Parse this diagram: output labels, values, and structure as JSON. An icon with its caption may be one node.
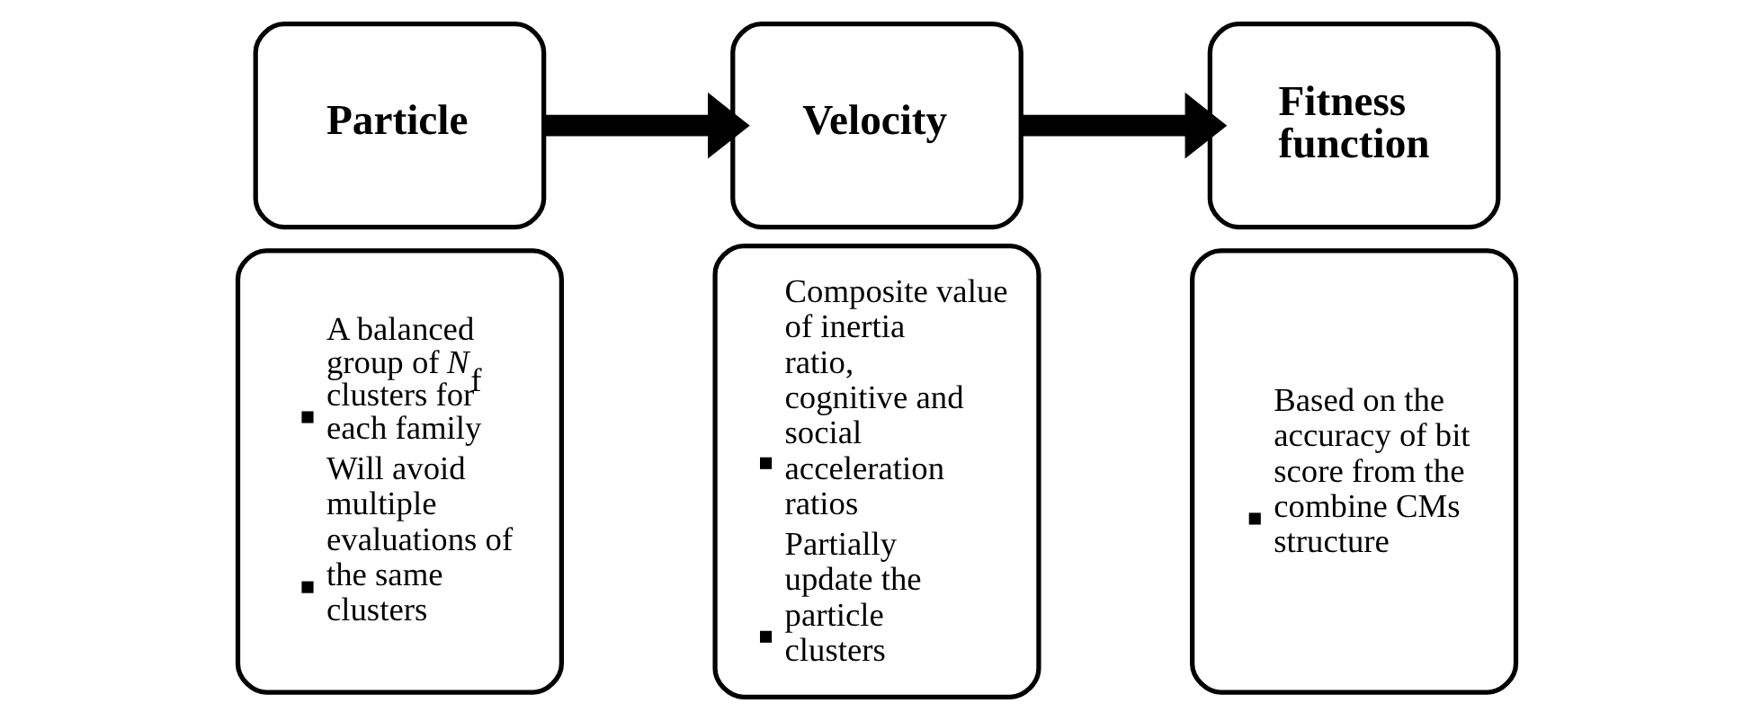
{
  "diagram": {
    "nodes": [
      {
        "text": [
          "Particle"
        ]
      },
      {
        "text": [
          "A balanced group of *N*$_{f}$ clusters for each family",
          "Will avoid multiple evaluations of the same clusters"
        ]
      },
      {
        "text": [
          "Velocity"
        ]
      },
      {
        "text": [
          "Composite value of inertia ratio, cognitive and social acceleration ratios",
          "Partially update the particle clusters"
        ]
      },
      {
        "text": [
          "Fitness function"
        ]
      },
      {
        "text": [
          "Based on the accuracy of bit score from the combine CMs structure"
        ]
      }
    ],
    "edges": [
      {
        "from": 0,
        "to": 2,
        "arrow": "to"
      },
      {
        "from": 2,
        "to": 4,
        "arrow": "to"
      }
    ]
  }
}
